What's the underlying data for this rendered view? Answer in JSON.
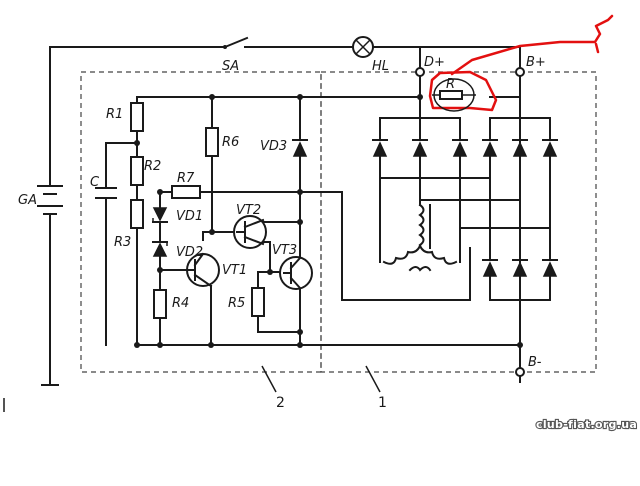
{
  "labels": {
    "sa": "SA",
    "hl": "HL",
    "d_plus": "D+",
    "b_plus": "B+",
    "b_minus": "B-",
    "ga": "GA",
    "c": "C",
    "r": "R",
    "r1": "R1",
    "r2": "R2",
    "r3": "R3",
    "r4": "R4",
    "r5": "R5",
    "r6": "R6",
    "r7": "R7",
    "vd1": "VD1",
    "vd2": "VD2",
    "vd3": "VD3",
    "vt1": "VT1",
    "vt2": "VT2",
    "vt3": "VT3",
    "block_2": "2",
    "block_1": "1"
  },
  "watermark": "club-fiat.org.ua",
  "colors": {
    "ink": "#1a1a1a",
    "annotation": "#e31010",
    "background": "#ffffff"
  }
}
